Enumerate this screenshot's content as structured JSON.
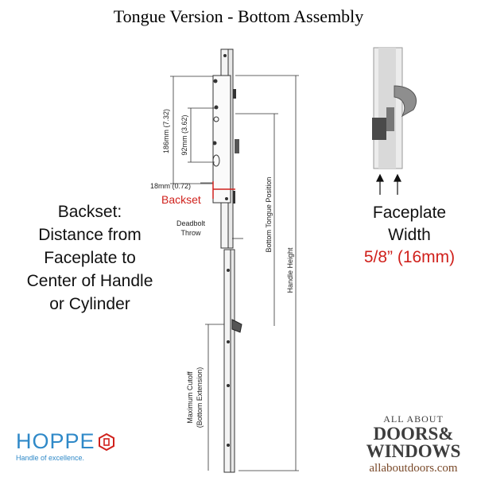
{
  "title": "Tongue Version - Bottom Assembly",
  "left_text": [
    "Backset:",
    "Distance from",
    "Faceplate to",
    "Center of Handle",
    "or Cylinder"
  ],
  "right_text": {
    "line1": "Faceplate",
    "line2": "Width",
    "measure": "5/8” (16mm)"
  },
  "diagram_labels": {
    "dim_186": "186mm (7.32)",
    "dim_92": "92mm (3.62)",
    "dim_18": "18mm (0.72)",
    "backset": "Backset",
    "deadbolt": "Deadbolt",
    "throw": "Throw",
    "bottom_tongue": "Bottom Tongue Position",
    "handle_height": "Handle Height",
    "max_cutoff": "Maximum Cutoff",
    "bottom_ext": "(Bottom Extension)"
  },
  "colors": {
    "accent_red": "#d0211c",
    "hoppe_blue": "#2f89c8",
    "hoppe_logo_red": "#d0211c"
  },
  "hoppe": {
    "name": "HOPPE",
    "tagline": "Handle of excellence."
  },
  "brand": {
    "top": "ALL ABOUT",
    "doors": "DOORS&",
    "windows": "WINDOWS",
    "url": "allaboutdoors.com"
  }
}
